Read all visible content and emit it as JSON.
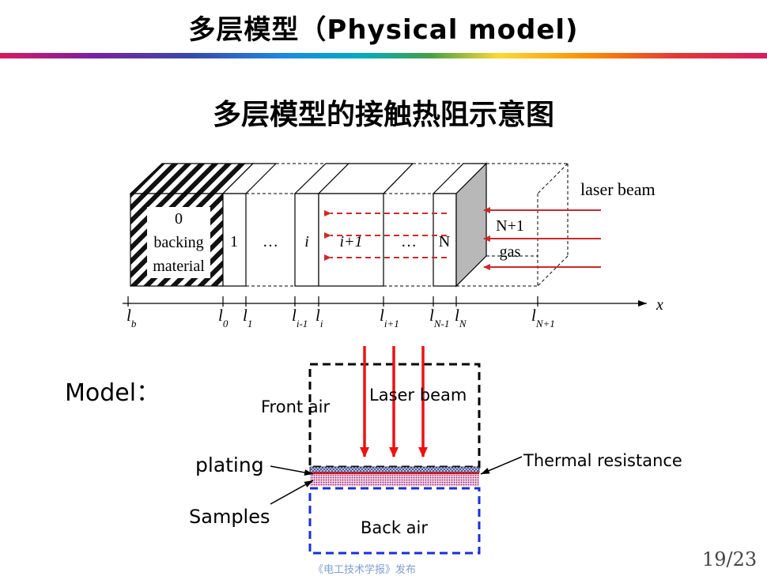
{
  "slide": {
    "title": "多层模型（Physical model)",
    "subtitle": "多层模型的接触热阻示意图",
    "page_number": "19/23",
    "footer_source": "《电工技术学报》发布"
  },
  "layer_diagram": {
    "backing_label_0": "0",
    "backing_label_1": "backing",
    "backing_label_2": "material",
    "layer_1": "1",
    "ellipsis_1": "…",
    "layer_i": "i",
    "layer_i_plus_1": "i+1",
    "ellipsis_2": "…",
    "layer_N": "N",
    "gas_label_1": "N+1",
    "gas_label_2": "gas",
    "laser_label": "laser beam",
    "axis_label": "x",
    "ticks": [
      {
        "main": "l",
        "sub": "b"
      },
      {
        "main": "l",
        "sub": "0"
      },
      {
        "main": "l",
        "sub": "1"
      },
      {
        "main": "l",
        "sub": "i-1"
      },
      {
        "main": "l",
        "sub": "i"
      },
      {
        "main": "l",
        "sub": "i+1"
      },
      {
        "main": "l",
        "sub": "N-1"
      },
      {
        "main": "l",
        "sub": "N"
      },
      {
        "main": "l",
        "sub": "N+1"
      }
    ]
  },
  "model_diagram": {
    "model_label": "Model：",
    "front_air": "Front air",
    "laser_beam": "Laser beam",
    "thermal_resistance": "Thermal resistance",
    "plating": "plating",
    "samples": "Samples",
    "back_air": "Back air"
  },
  "colors": {
    "red_arrow": "#cc2a2a",
    "laser_red": "#ee1111",
    "box_blue": "#1a2fd6",
    "gas_gray": "#b8b8b8"
  }
}
